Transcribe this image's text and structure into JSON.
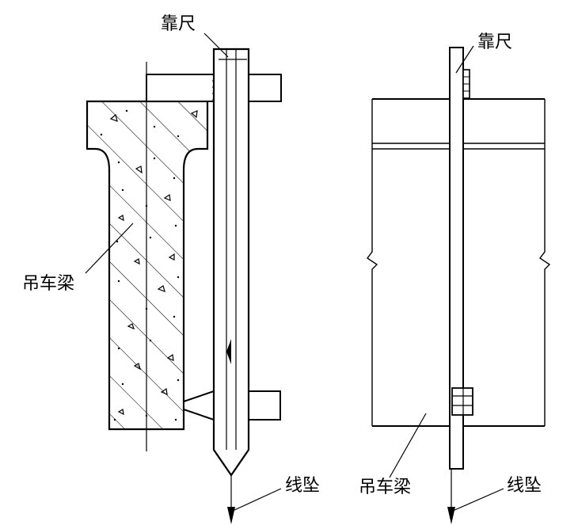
{
  "labels": {
    "left_ruler": "靠尺",
    "left_beam": "吊车梁",
    "left_plumb": "线坠",
    "right_ruler": "靠尺",
    "right_beam": "吊车梁",
    "right_plumb": "线坠"
  },
  "colors": {
    "ink": "#000000",
    "paper": "#ffffff"
  }
}
